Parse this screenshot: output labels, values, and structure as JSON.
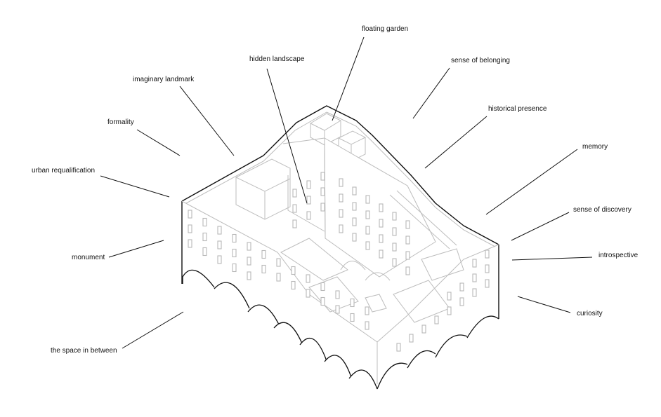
{
  "diagram": {
    "type": "annotated axonometric building drawing",
    "subject": "courtyard building with arcaded ground floor",
    "colors": {
      "ink": "#111111",
      "secondary_lines": "#bdbdbd",
      "background": "#ffffff"
    },
    "labels": [
      {
        "id": "floating-garden",
        "text": "floating garden"
      },
      {
        "id": "hidden-landscape",
        "text": "hidden landscape"
      },
      {
        "id": "imaginary-landmark",
        "text": "imaginary landmark"
      },
      {
        "id": "sense-of-belonging",
        "text": "sense of belonging"
      },
      {
        "id": "historical-presence",
        "text": "historical presence"
      },
      {
        "id": "formality",
        "text": "formality"
      },
      {
        "id": "memory",
        "text": "memory"
      },
      {
        "id": "urban-requalification",
        "text": "urban requalification"
      },
      {
        "id": "sense-of-discovery",
        "text": "sense of discovery"
      },
      {
        "id": "monument",
        "text": "monument"
      },
      {
        "id": "introspective",
        "text": "introspective"
      },
      {
        "id": "curiosity",
        "text": "curiosity"
      },
      {
        "id": "the-space-in-between",
        "text": "the space in between"
      }
    ]
  }
}
